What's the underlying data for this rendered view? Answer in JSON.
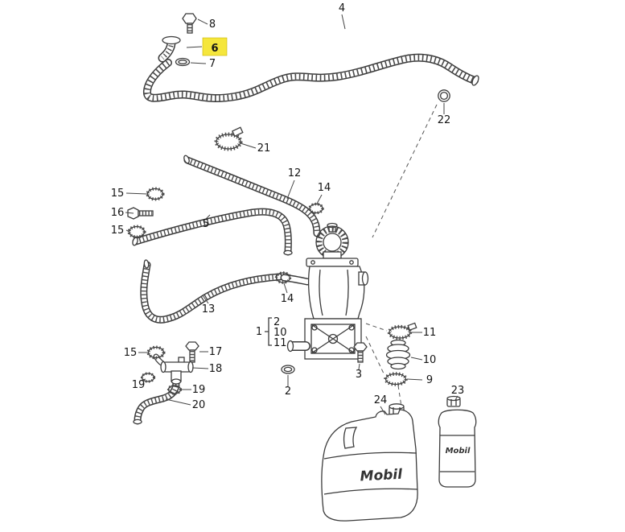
{
  "diagram": {
    "background": "#ffffff",
    "ink": "#3b3b3b",
    "highlight": {
      "color": "#f5e63c",
      "callout": "6"
    },
    "callouts": [
      {
        "label": "4"
      },
      {
        "label": "8"
      },
      {
        "label": "6",
        "highlighted": true
      },
      {
        "label": "7"
      },
      {
        "label": "22"
      },
      {
        "label": "21"
      },
      {
        "label": "12"
      },
      {
        "label": "14"
      },
      {
        "label": "15"
      },
      {
        "label": "16"
      },
      {
        "label": "15"
      },
      {
        "label": "5"
      },
      {
        "label": "13"
      },
      {
        "label": "14"
      },
      {
        "label": "1"
      },
      {
        "label": "2"
      },
      {
        "label": "10"
      },
      {
        "label": "11"
      },
      {
        "label": "3"
      },
      {
        "label": "2"
      },
      {
        "label": "11"
      },
      {
        "label": "10"
      },
      {
        "label": "9"
      },
      {
        "label": "15"
      },
      {
        "label": "17"
      },
      {
        "label": "18"
      },
      {
        "label": "19"
      },
      {
        "label": "19"
      },
      {
        "label": "20"
      },
      {
        "label": "24"
      },
      {
        "label": "23"
      }
    ],
    "products": {
      "jug_label": "Mobil",
      "bottle_label": "Mobil"
    }
  }
}
